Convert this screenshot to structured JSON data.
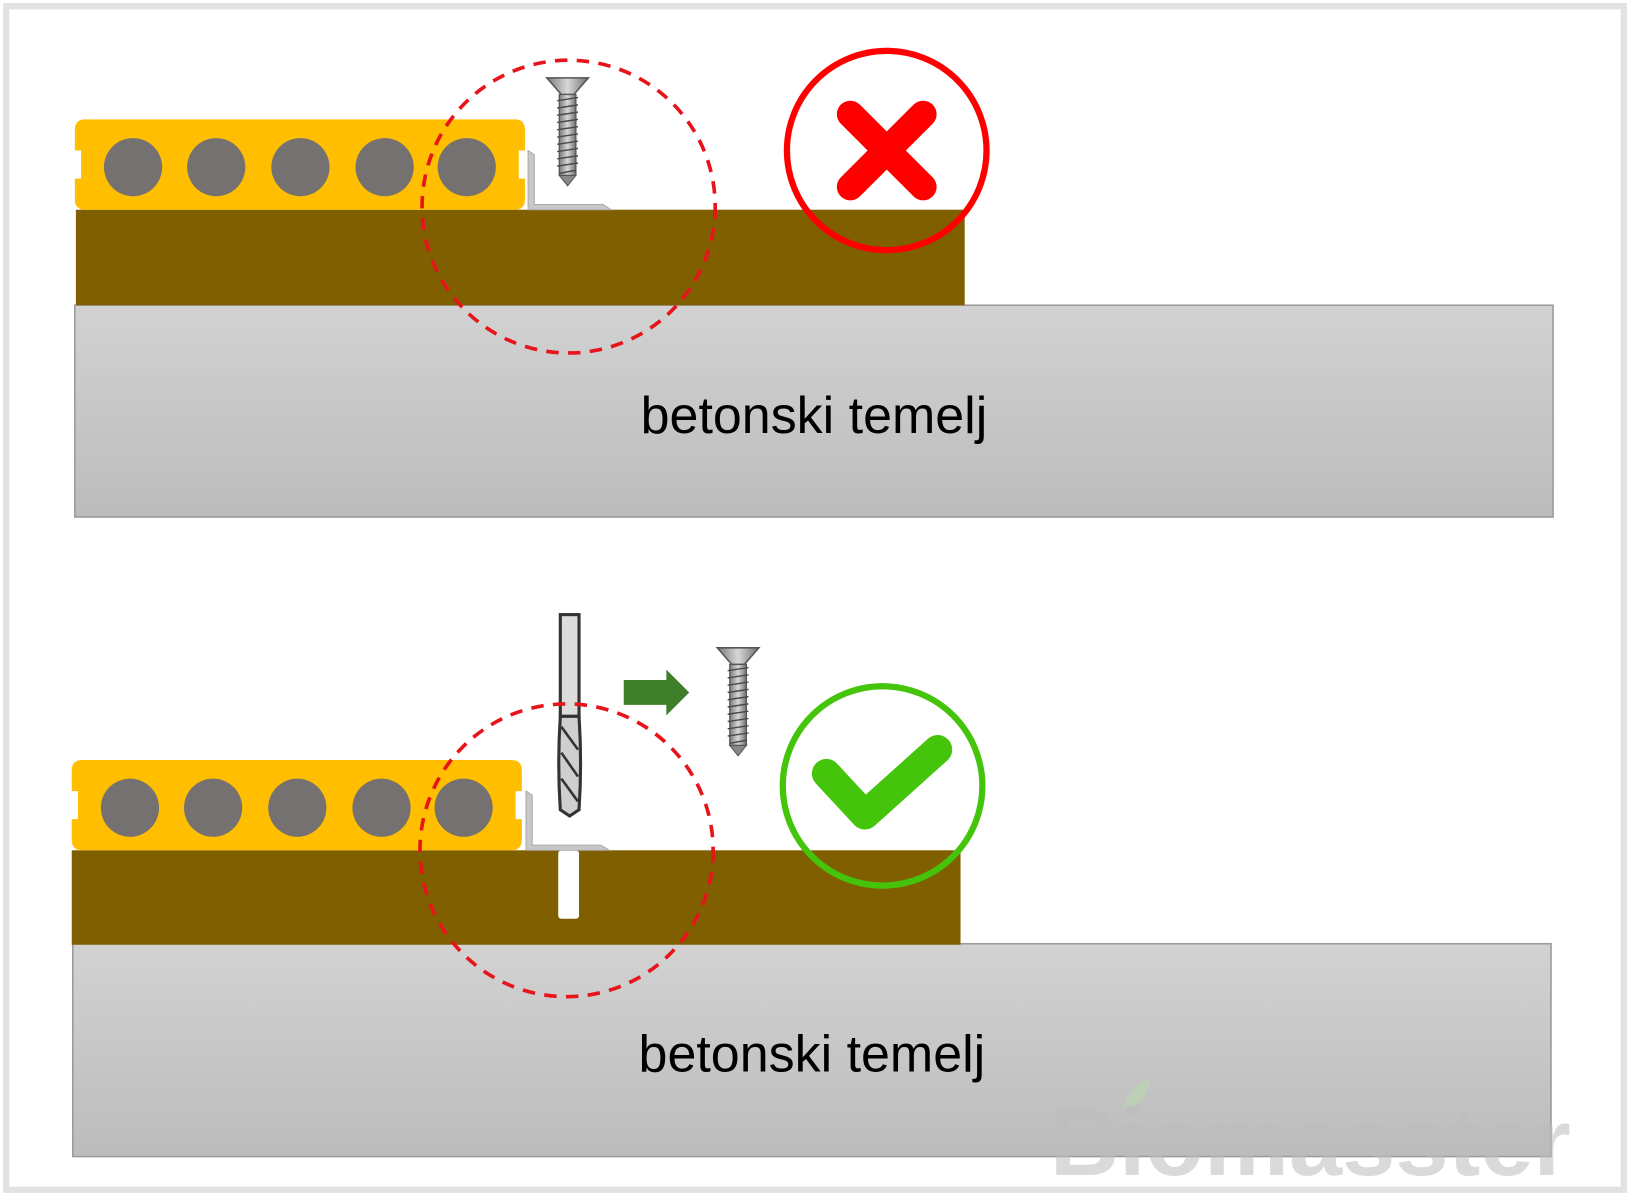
{
  "panels": [
    {
      "id": "incorrect",
      "label": "betonski temelj",
      "verdict": "wrong",
      "verdict_color": "#ff0000"
    },
    {
      "id": "correct",
      "label": "betonski temelj",
      "verdict": "right",
      "verdict_color": "#44c40a"
    }
  ],
  "colors": {
    "board": "#ffbf00",
    "board_hole": "#767171",
    "joist": "#7f5f00",
    "concrete_top": "#d2d2d2",
    "concrete_bottom": "#bdbdbd",
    "arrow": "#3f7f2a",
    "dashed_circle": "#e8141b"
  },
  "watermark": "Biomasster"
}
